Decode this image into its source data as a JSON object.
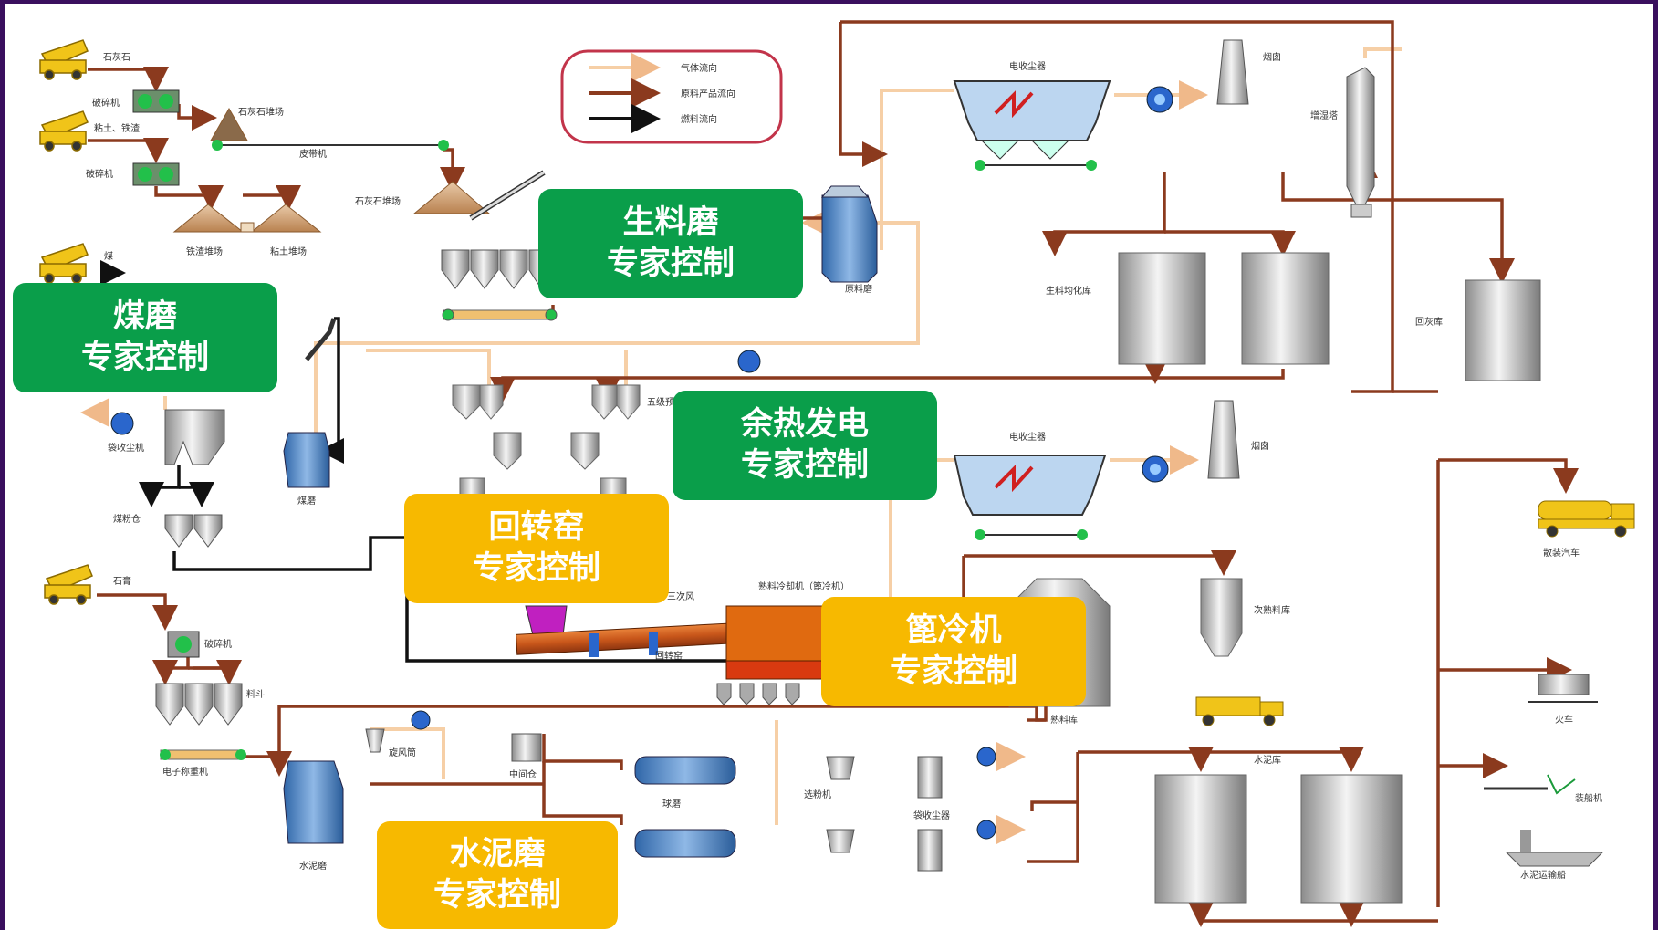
{
  "colors": {
    "frame": "#3a0f5e",
    "flow_gas": "#f6cfa6",
    "flow_material": "#8b3a1e",
    "flow_fuel": "#111111",
    "callout_green": "#0a9e4a",
    "callout_yellow": "#f7b900"
  },
  "legend": {
    "gas": "气体流向",
    "material": "原料产品流向",
    "fuel": "燃料流向"
  },
  "labels": {
    "limestone": "石灰石",
    "crusher1": "破碎机",
    "limestone_yard": "石灰石堆场",
    "clay_iron": "粘土、铁渣",
    "crusher2": "破碎机",
    "belt": "皮带机",
    "limestone_yard2": "石灰石堆场",
    "iron_yard": "铁渣堆场",
    "clay_yard": "粘土堆场",
    "coal": "煤",
    "raw_mill": "原料磨",
    "esp1": "电收尘器",
    "chimney1": "烟囱",
    "humidifier": "增湿塔",
    "homog": "生料均化库",
    "ash": "回灰库",
    "preheater": "五级预热器",
    "bag_collector": "袋收尘机",
    "coal_mill": "煤磨",
    "coal_bin": "煤粉仓",
    "esp2": "电收尘器",
    "chimney2": "烟囱",
    "tertiary_air": "三次风",
    "cooler": "熟料冷却机（篦冷机）",
    "kiln": "回转窑",
    "clinker_store": "熟料库",
    "secondary_store": "次熟料库",
    "bulk_truck": "散装汽车",
    "gypsum": "石膏",
    "crusher3": "破碎机",
    "hopper": "料斗",
    "scale": "电子称重机",
    "cyclone": "旋风筒",
    "mid_bin": "中间仓",
    "ball_mill": "球磨",
    "separator": "选粉机",
    "bag_filter2": "袋收尘器",
    "cement_mill": "水泥磨",
    "cement_silo": "水泥库",
    "train": "火车",
    "loader": "装船机",
    "ship": "水泥运输船"
  },
  "callouts": {
    "raw_mill": {
      "line1": "生料磨",
      "line2": "专家控制"
    },
    "coal_mill": {
      "line1": "煤磨",
      "line2": "专家控制"
    },
    "waste_heat": {
      "line1": "余热发电",
      "line2": "专家控制"
    },
    "kiln": {
      "line1": "回转窑",
      "line2": "专家控制"
    },
    "cooler": {
      "line1": "篦冷机",
      "line2": "专家控制"
    },
    "cement_mill": {
      "line1": "水泥磨",
      "line2": "专家控制"
    }
  }
}
